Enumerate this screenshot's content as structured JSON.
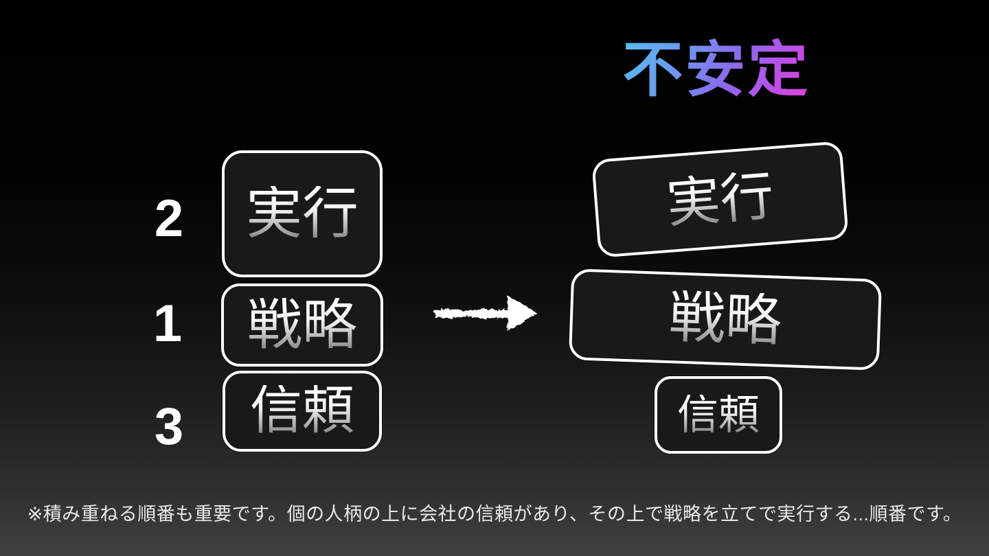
{
  "slide": {
    "title": {
      "text": "不安定",
      "gradient_start": "#55c3f2",
      "gradient_end": "#e641d8"
    },
    "left_stack": {
      "items": [
        {
          "number": "2",
          "label": "実行"
        },
        {
          "number": "1",
          "label": "戦略"
        },
        {
          "number": "3",
          "label": "信頼"
        }
      ]
    },
    "right_stack": {
      "items": [
        {
          "label": "実行"
        },
        {
          "label": "戦略"
        },
        {
          "label": "信頼"
        }
      ]
    },
    "arrow_icon": "chalk-right-arrow",
    "footnote": "※積み重ねる順番も重要です。個の人柄の上に会社の信頼があり、その上で戦略を立てで実行する...順番です。",
    "colors": {
      "background_top": "#000000",
      "background_bottom": "#404040",
      "box_border": "#ffffff",
      "box_fill": "#191919",
      "box_text_top": "#ffffff",
      "box_text_bottom": "#8c8c8c",
      "number_text": "#ffffff",
      "footnote_text": "#e9e9e9"
    }
  }
}
